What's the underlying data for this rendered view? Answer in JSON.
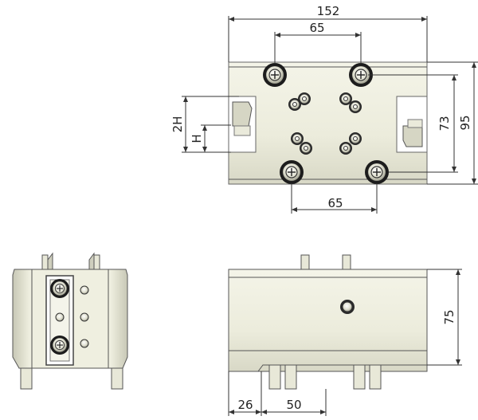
{
  "drawing": {
    "views": [
      "top-view",
      "side-view",
      "front-view"
    ],
    "dimensions": {
      "overall_width": "152",
      "top_bolt_spacing": "65",
      "bottom_bolt_spacing": "65",
      "inner_height": "73",
      "outer_height": "95",
      "slot_2h": "2H",
      "slot_h": "H",
      "front_height": "75",
      "front_offset": "26",
      "front_width": "50"
    },
    "colors": {
      "body_light": "#f2f2e4",
      "body_mid": "#dcdcc8",
      "body_dark": "#a8a898",
      "outline": "#555555",
      "dimension": "#333333"
    }
  }
}
